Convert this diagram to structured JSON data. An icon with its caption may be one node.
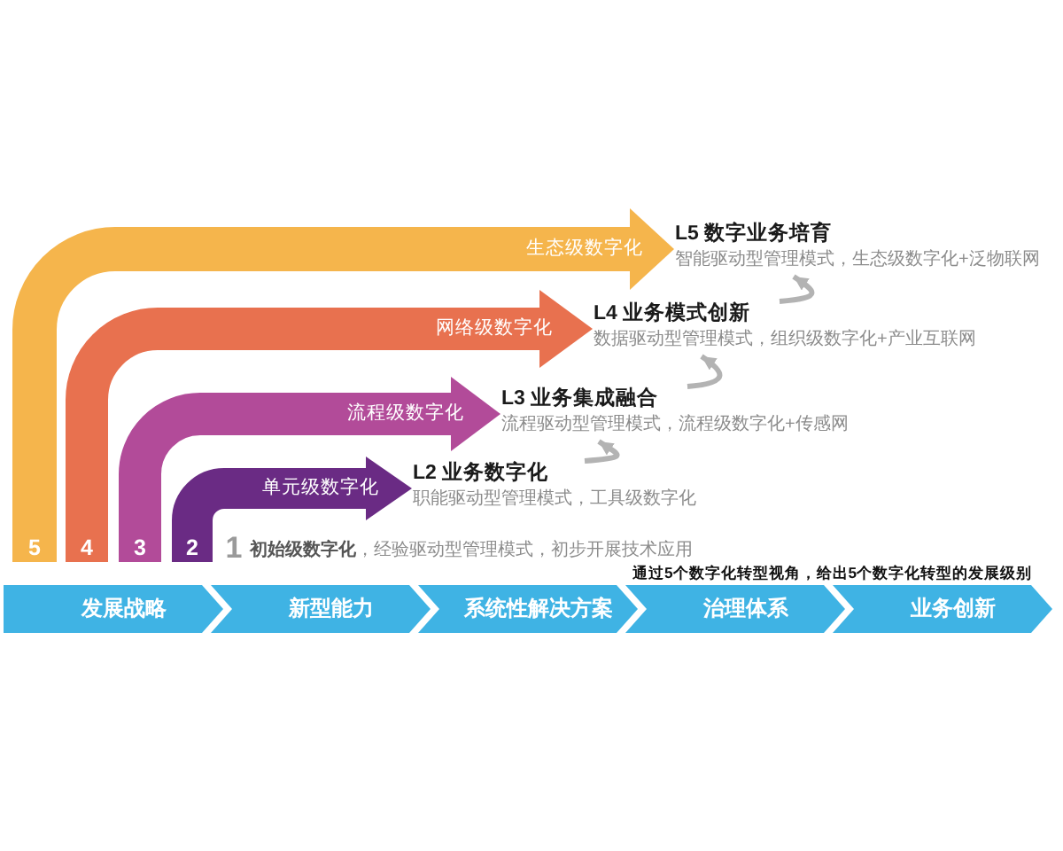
{
  "diagram": {
    "nodes": [
      {
        "text": [
          "L5 数字业务培育",
          "智能驱动型管理模式，生态级数字化+泛物联网"
        ]
      },
      {
        "text": [
          "L4 业务模式创新",
          "数据驱动型管理模式，组织级数字化+产业互联网"
        ]
      },
      {
        "text": [
          "L3 业务集成融合",
          "流程驱动型管理模式，流程级数字化+传感网"
        ]
      },
      {
        "text": [
          "L2 业务数字化",
          "职能驱动型管理模式，工具级数字化"
        ]
      },
      {
        "text": [
          "5"
        ]
      },
      {
        "text": [
          "4"
        ]
      },
      {
        "text": [
          "3"
        ]
      },
      {
        "text": [
          "2"
        ]
      },
      {
        "text": [
          "发展战略"
        ]
      },
      {
        "text": [
          "新型能力"
        ]
      },
      {
        "text": [
          "系统性解决方案"
        ]
      },
      {
        "text": [
          "治理体系"
        ]
      },
      {
        "text": [
          "业务创新"
        ]
      }
    ],
    "edges": [
      {
        "from": 4,
        "to": 0,
        "arrow": "to",
        "label": "生态级数字化",
        "color": "#f5b54c"
      },
      {
        "from": 5,
        "to": 1,
        "arrow": "to",
        "label": "网络级数字化",
        "color": "#e8714f"
      },
      {
        "from": 6,
        "to": 2,
        "arrow": "to",
        "label": "流程级数字化",
        "color": "#b24b99"
      },
      {
        "from": 7,
        "to": 3,
        "arrow": "to",
        "label": "单元级数字化",
        "color": "#6a2b84"
      },
      {
        "from": 3,
        "to": 2,
        "arrow": "to"
      },
      {
        "from": 2,
        "to": 1,
        "arrow": "to"
      },
      {
        "from": 1,
        "to": 0,
        "arrow": "to"
      }
    ],
    "labels": [
      "1",
      "**初始级数字化**，经验驱动型管理模式，初步开展技术应用",
      "通过5个数字化转型视角，给出5个数字化转型的发展级别"
    ]
  }
}
